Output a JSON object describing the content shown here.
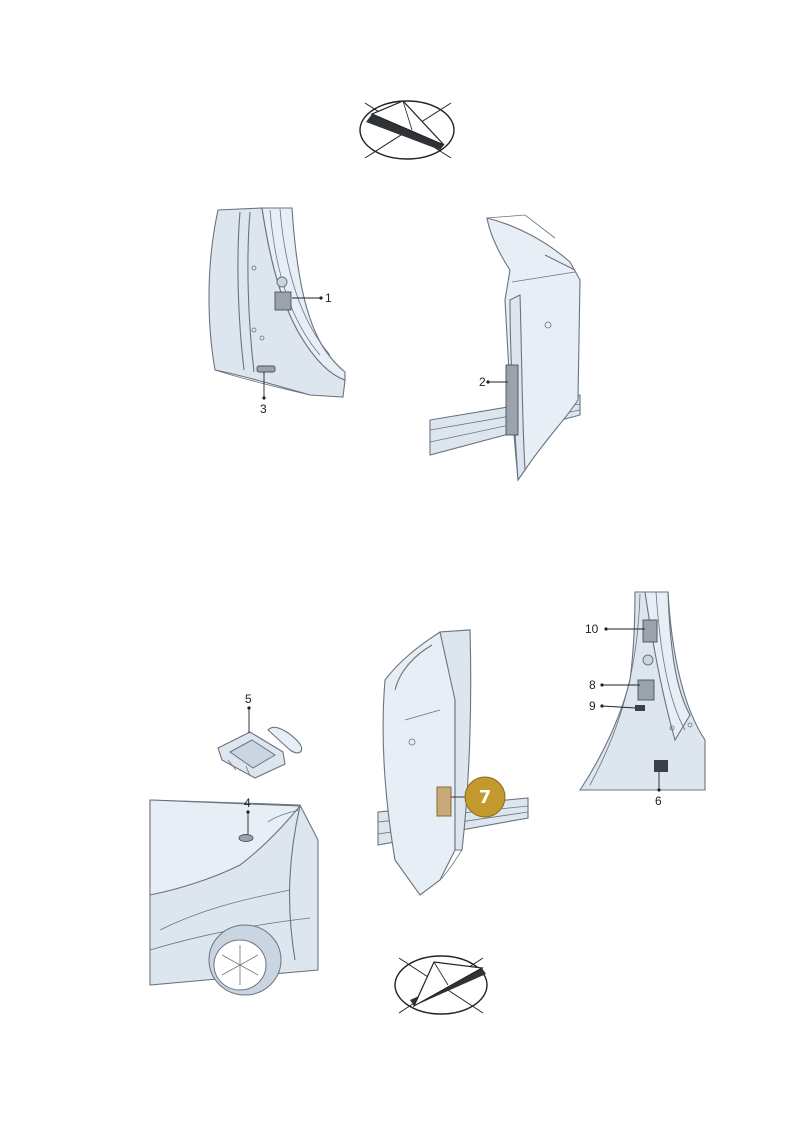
{
  "diagram": {
    "callouts": [
      "1",
      "2",
      "3",
      "4",
      "5",
      "6",
      "8",
      "9",
      "10"
    ],
    "highlight": {
      "label": "7",
      "color": "#c49a2e",
      "part_color": "#c8a97a"
    }
  },
  "icons": {
    "orientation_top": "vehicle-direction-icon",
    "orientation_bottom": "vehicle-direction-icon"
  },
  "colors": {
    "panel": "#dde6ef",
    "outline": "#6a7480",
    "label_part": "#9aa3ad"
  }
}
